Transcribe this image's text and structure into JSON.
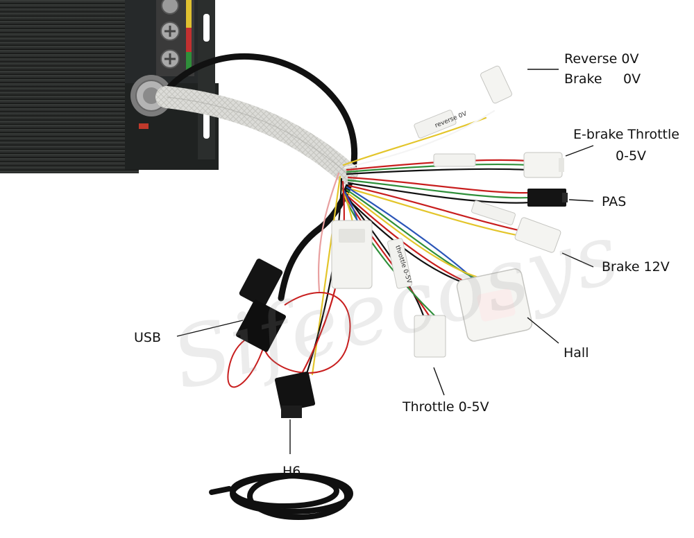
{
  "labels": {
    "reverse": "Reverse 0V",
    "brake_zero_name": "Brake",
    "brake_zero_value": "0V",
    "ebrake": "E-brake Throttle",
    "ebrake_voltage": "0-5V",
    "pas": "PAS",
    "brake12": "Brake 12V",
    "hall": "Hall",
    "throttle": "Throttle 0-5V",
    "usb": "USB",
    "h6": "H6"
  },
  "sleeve_prints": {
    "reverse_sleeve": "reverse 0V",
    "throttle_sleeve": "throttle 0-5V"
  },
  "watermark": "Sifeecosys",
  "colors": {
    "housing": "#2a2d2b",
    "braid": "#d9d9d6",
    "red_wire": "#c81e1e",
    "yellow_wire": "#e3c52a",
    "blue_wire": "#2a55b8",
    "green_wire": "#2f8f3a",
    "connector_white": "#f2f2ef"
  },
  "icons": [
    "usb-plug-icon",
    "h6-plug-icon",
    "coiled-cable-icon"
  ]
}
